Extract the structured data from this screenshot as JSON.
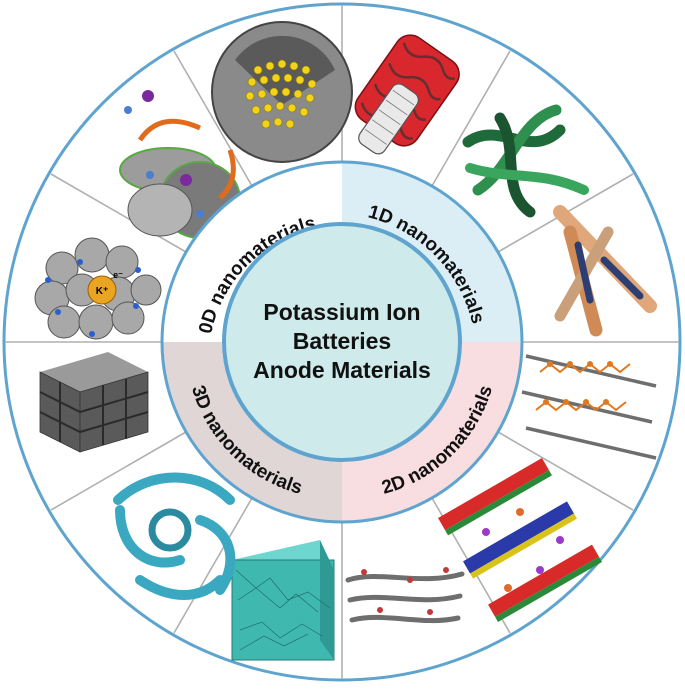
{
  "center": {
    "lines": [
      "Potassium Ion",
      "Batteries",
      "Anode Materials"
    ]
  },
  "quadrants": [
    {
      "label": "0D nanomaterials",
      "fill": "#ffffff"
    },
    {
      "label": "1D nanomaterials",
      "fill": "#dbeef5"
    },
    {
      "label": "2D nanomaterials",
      "fill": "#f8dde1"
    },
    {
      "label": "3D nanomaterials",
      "fill": "#e0d6d6"
    }
  ],
  "colors": {
    "ring_stroke": "#5fa4cf",
    "center_fill": "#cfeaea",
    "divider": "#b0b0b0"
  },
  "thumbnails": [
    {
      "name": "hollow-sphere-nanoparticles-image",
      "quadrant": "0D"
    },
    {
      "name": "yolk-shell-ion-diffusion-image",
      "quadrant": "0D"
    },
    {
      "name": "porous-cluster-k-ion-image",
      "quadrant": "0D",
      "labels": [
        "K⁺",
        "e⁻"
      ]
    },
    {
      "name": "carbon-nanotube-coated-image",
      "quadrant": "1D"
    },
    {
      "name": "green-nanofibers-image",
      "quadrant": "1D"
    },
    {
      "name": "nanorods-image",
      "quadrant": "1D"
    },
    {
      "name": "layered-chains-image",
      "quadrant": "2D"
    },
    {
      "name": "layered-sheets-ions-image",
      "quadrant": "2D"
    },
    {
      "name": "stacked-graphene-image",
      "quadrant": "2D"
    },
    {
      "name": "cubic-foam-image",
      "quadrant": "3D"
    },
    {
      "name": "cyan-network-image",
      "quadrant": "3D"
    },
    {
      "name": "grid-walls-image",
      "quadrant": "3D"
    }
  ]
}
